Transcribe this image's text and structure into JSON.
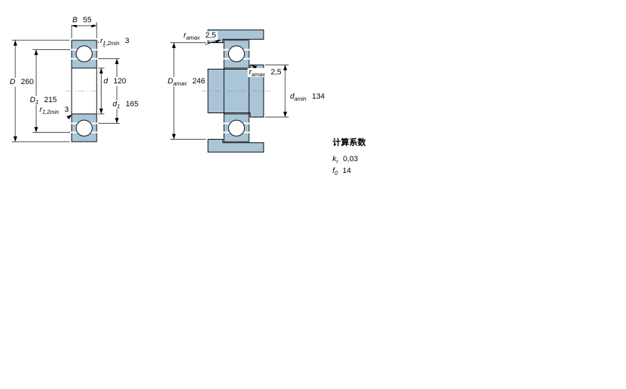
{
  "colors": {
    "steel_blue": "#a9c5d6"
  },
  "left_figure": {
    "dims": {
      "B": {
        "sym": "B",
        "sub": "",
        "value": "55"
      },
      "r_top": {
        "sym": "r",
        "sub": "1,2min",
        "value": "3"
      },
      "D": {
        "sym": "D",
        "sub": "",
        "value": "260"
      },
      "D1": {
        "sym": "D",
        "sub": "1",
        "value": "215"
      },
      "d": {
        "sym": "d",
        "sub": "",
        "value": "120"
      },
      "d1": {
        "sym": "d",
        "sub": "1",
        "value": "165"
      },
      "r_bottom": {
        "sym": "r",
        "sub": "1,2min",
        "value": "3"
      }
    }
  },
  "right_figure": {
    "dims": {
      "ra_top": {
        "sym": "r",
        "sub": "amax",
        "value": "2,5"
      },
      "Da": {
        "sym": "D",
        "sub": "amax",
        "value": "246"
      },
      "ra_mid": {
        "sym": "r",
        "sub": "amax",
        "value": "2,5"
      },
      "da": {
        "sym": "d",
        "sub": "amin",
        "value": "134"
      }
    }
  },
  "calculation_factors": {
    "title": "计算系数",
    "rows": [
      {
        "sym": "k",
        "sub": "r",
        "value": "0,03"
      },
      {
        "sym": "f",
        "sub": "0",
        "value": "14"
      }
    ]
  }
}
